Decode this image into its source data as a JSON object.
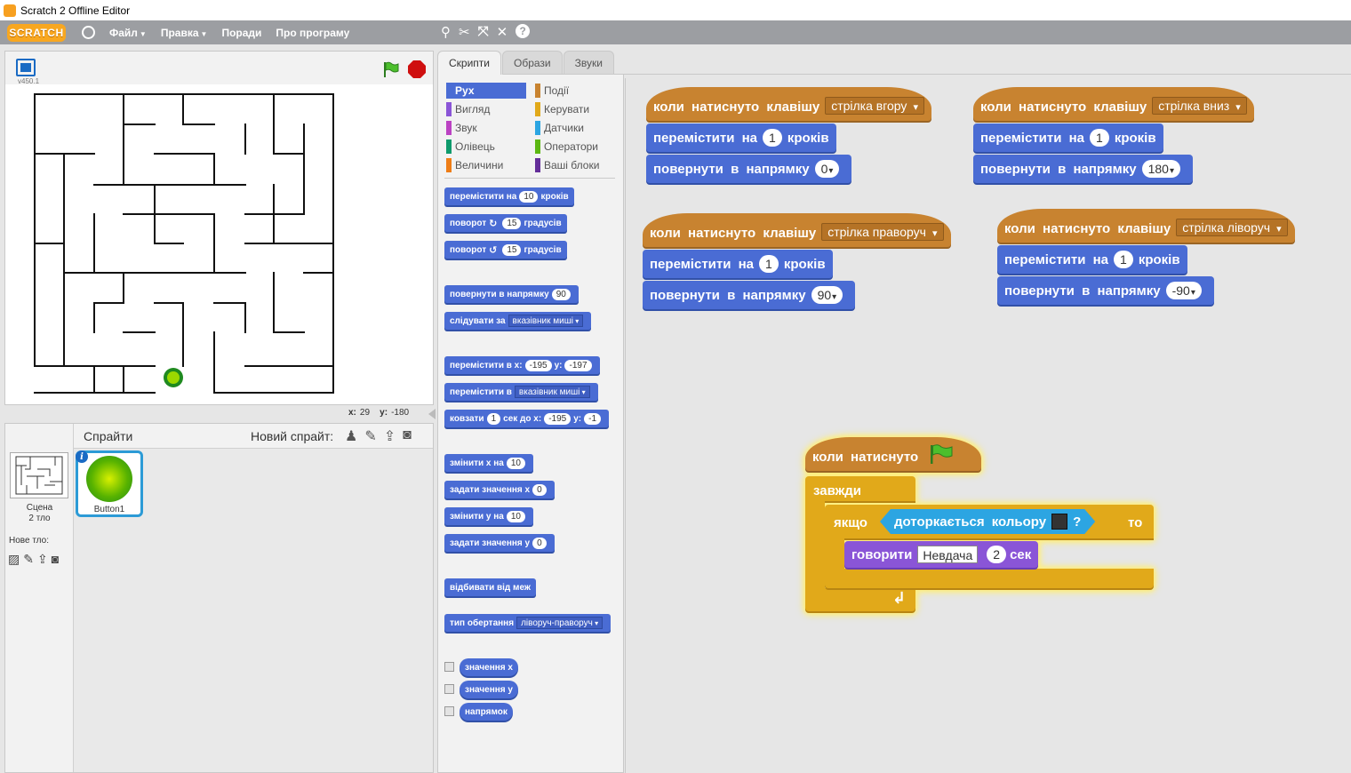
{
  "window": {
    "title": "Scratch 2 Offline Editor"
  },
  "menubar": {
    "logo": "SCRATCH",
    "menus": [
      "Файл",
      "Правка",
      "Поради",
      "Про програму"
    ]
  },
  "stage": {
    "version": "v450.1",
    "x_label": "x:",
    "x_value": "29",
    "y_label": "y:",
    "y_value": "-180"
  },
  "sprites": {
    "title": "Спрайти",
    "new_sprite": "Новий спрайт:",
    "scene_label": "Сцена",
    "scene_sub": "2 тло",
    "new_bg": "Нове тло:",
    "items": [
      {
        "name": "Button1"
      }
    ]
  },
  "tabs": [
    "Скрипти",
    "Образи",
    "Звуки"
  ],
  "categories": [
    {
      "label": "Рух",
      "color": "#4a6cd4"
    },
    {
      "label": "Вигляд",
      "color": "#8a55d7"
    },
    {
      "label": "Звук",
      "color": "#bb42c3"
    },
    {
      "label": "Олівець",
      "color": "#0e9a6c"
    },
    {
      "label": "Величини",
      "color": "#ee7d16"
    },
    {
      "label": "Події",
      "color": "#c88330"
    },
    {
      "label": "Керувати",
      "color": "#e1a91a"
    },
    {
      "label": "Датчики",
      "color": "#2ca5e2"
    },
    {
      "label": "Оператори",
      "color": "#5cb712"
    },
    {
      "label": "Ваші блоки",
      "color": "#632d99"
    }
  ],
  "palette": {
    "move": {
      "a": "перемістити на",
      "n": "10",
      "b": "кроків"
    },
    "turn_right": {
      "a": "поворот",
      "n": "15",
      "b": "градусів"
    },
    "turn_left": {
      "a": "поворот",
      "n": "15",
      "b": "градусів"
    },
    "point_dir": {
      "a": "повернути в напрямку",
      "n": "90"
    },
    "point_towards": {
      "a": "слідувати за",
      "dd": "вказівник миші"
    },
    "goto_xy": {
      "a": "перемістити в x:",
      "x": "-195",
      "b": "y:",
      "y": "-197"
    },
    "goto": {
      "a": "перемістити в",
      "dd": "вказівник миші"
    },
    "glide": {
      "a": "ковзати",
      "n": "1",
      "b": "сек до x:",
      "x": "-195",
      "c": "y:",
      "y": "-1"
    },
    "change_x": {
      "a": "змінити x на",
      "n": "10"
    },
    "set_x": {
      "a": "задати значення x",
      "n": "0"
    },
    "change_y": {
      "a": "змінити y на",
      "n": "10"
    },
    "set_y": {
      "a": "задати значення y",
      "n": "0"
    },
    "bounce": "відбивати від меж",
    "rotation": {
      "a": "тип обертання",
      "dd": "ліворуч-праворуч"
    },
    "rep_x": "значення x",
    "rep_y": "значення y",
    "rep_dir": "напрямок"
  },
  "scripts": {
    "hat_label": "коли натиснуто клавішу",
    "move_a": "перемістити на",
    "move_b": "кроків",
    "point_a": "повернути в напрямку",
    "up": {
      "key": "стрілка вгору",
      "steps": "1",
      "dir": "0"
    },
    "down": {
      "key": "стрілка вниз",
      "steps": "1",
      "dir": "180"
    },
    "right": {
      "key": "стрілка праворуч",
      "steps": "1",
      "dir": "90"
    },
    "left": {
      "key": "стрілка ліворуч",
      "steps": "1",
      "dir": "-90"
    },
    "main": {
      "hat": "коли натиснуто",
      "forever": "завжди",
      "if": "якщо",
      "sense": "доторкається кольору",
      "q": "?",
      "then": "то",
      "say": "говорити",
      "say_text": "Невдача",
      "say_secs": "2",
      "say_sec_label": "сек",
      "loop_arrow": "↲"
    }
  }
}
